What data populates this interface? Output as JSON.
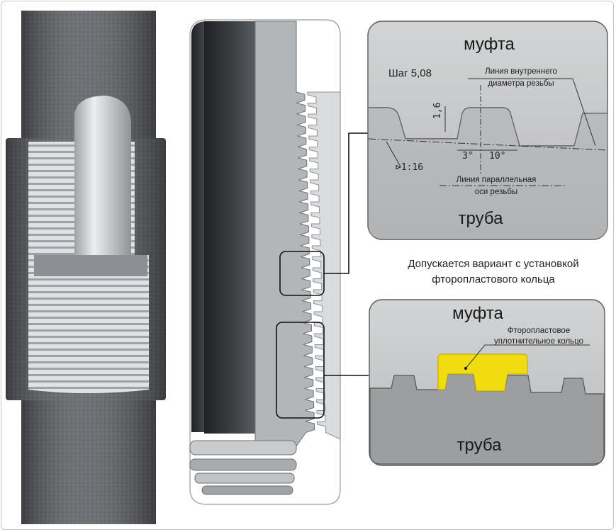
{
  "detail_top": {
    "label_coupling": "муфта",
    "label_pipe": "труба",
    "pitch_label": "Шаг 5,08",
    "inner_line_label_1": "Линия внутреннего",
    "inner_line_label_2": "диаметра резьбы",
    "height_label": "1,6",
    "angle_left": "3°",
    "angle_right": "10°",
    "taper_label": "⊳1:16",
    "parallel_line_label_1": "Линия параллельная",
    "parallel_line_label_2": "оси резьбы"
  },
  "note": {
    "line1": "Допускается вариант с установкой",
    "line2": "фторопластового кольца"
  },
  "detail_bottom": {
    "label_coupling": "муфта",
    "label_pipe": "труба",
    "ring_label_1": "Фторопластовое",
    "ring_label_2": "уплотнительное кольцо"
  },
  "colors": {
    "pipe_dark": "#4a4d52",
    "steel_light": "#d6d8da",
    "detail_bg": "#c9cacb",
    "ring_yellow": "#f0dc10"
  }
}
